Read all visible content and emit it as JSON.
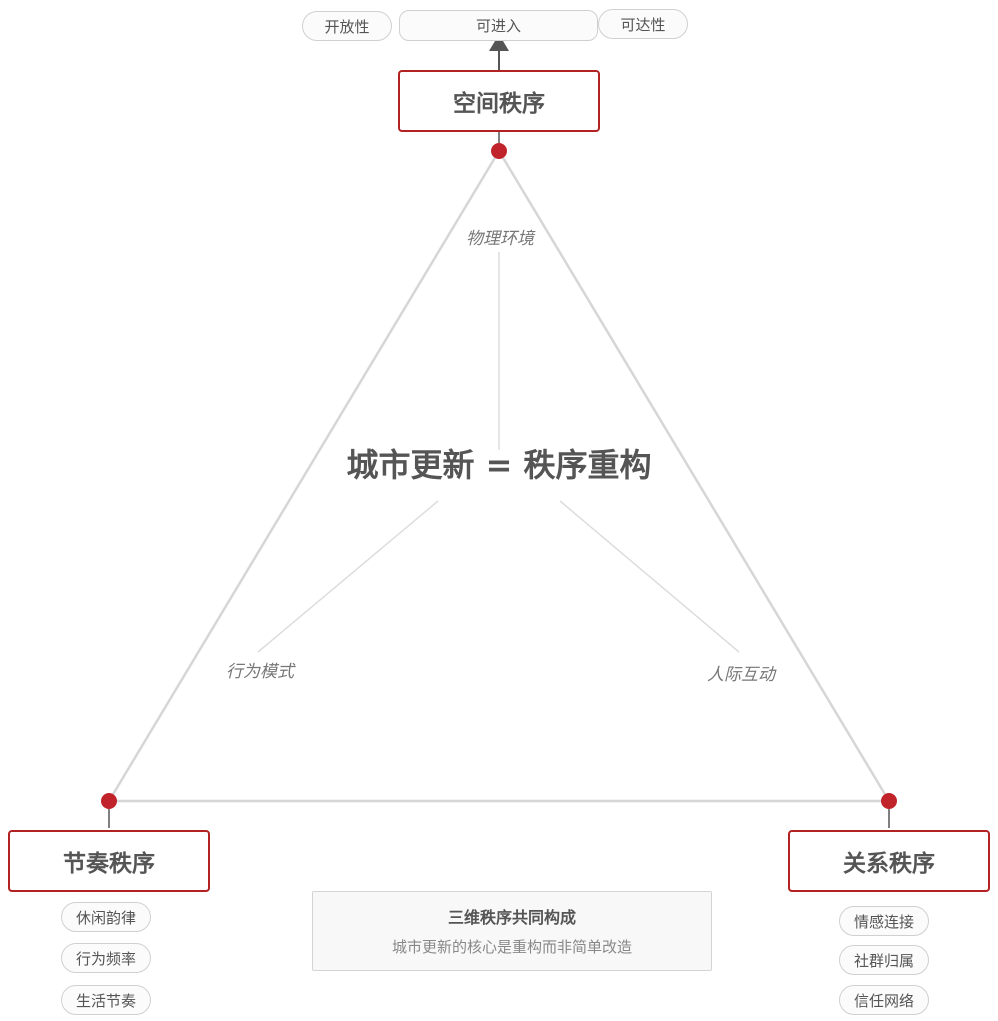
{
  "center": {
    "title": "城市更新 = 秩序重构"
  },
  "nodes": {
    "top": {
      "label": "空间秩序",
      "tags": [
        "开放性",
        "可进入",
        "可达性"
      ]
    },
    "left": {
      "label": "节奏秩序",
      "tags": [
        "休闲韵律",
        "行为频率",
        "生活节奏"
      ]
    },
    "right": {
      "label": "关系秩序",
      "tags": [
        "情感连接",
        "社群归属",
        "信任网络"
      ]
    }
  },
  "edges": {
    "top": "物理环境",
    "left": "行为模式",
    "right": "人际互动"
  },
  "summary": {
    "title": "三维秩序共同构成",
    "subtitle": "城市更新的核心是重构而非简单改造"
  },
  "colors": {
    "accent": "#b22222",
    "line": "#d6d6d6",
    "text": "#555555"
  }
}
